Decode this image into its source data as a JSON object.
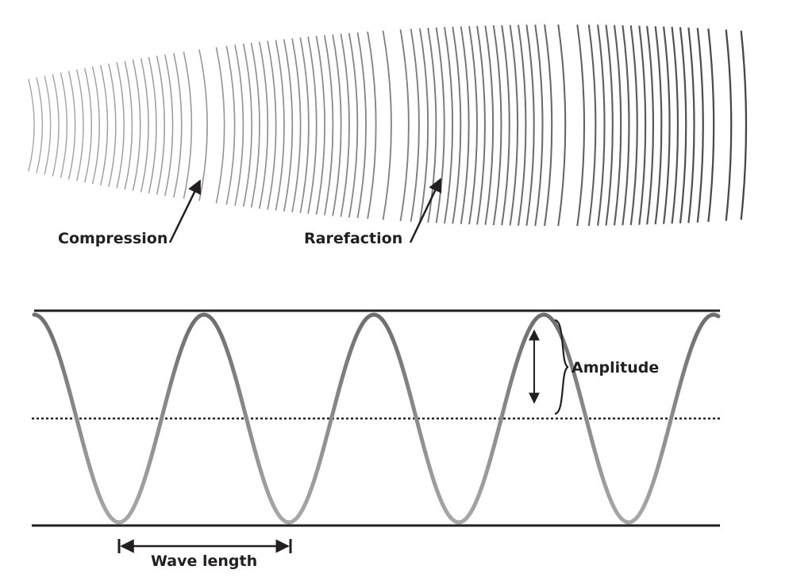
{
  "labels": {
    "compression": "Compression",
    "rarefaction": "Rarefaction",
    "amplitude": "Amplitude",
    "wave_length": "Wave length"
  },
  "colors": {
    "ink": "#231f20",
    "wave": "#8a8a8a"
  }
}
